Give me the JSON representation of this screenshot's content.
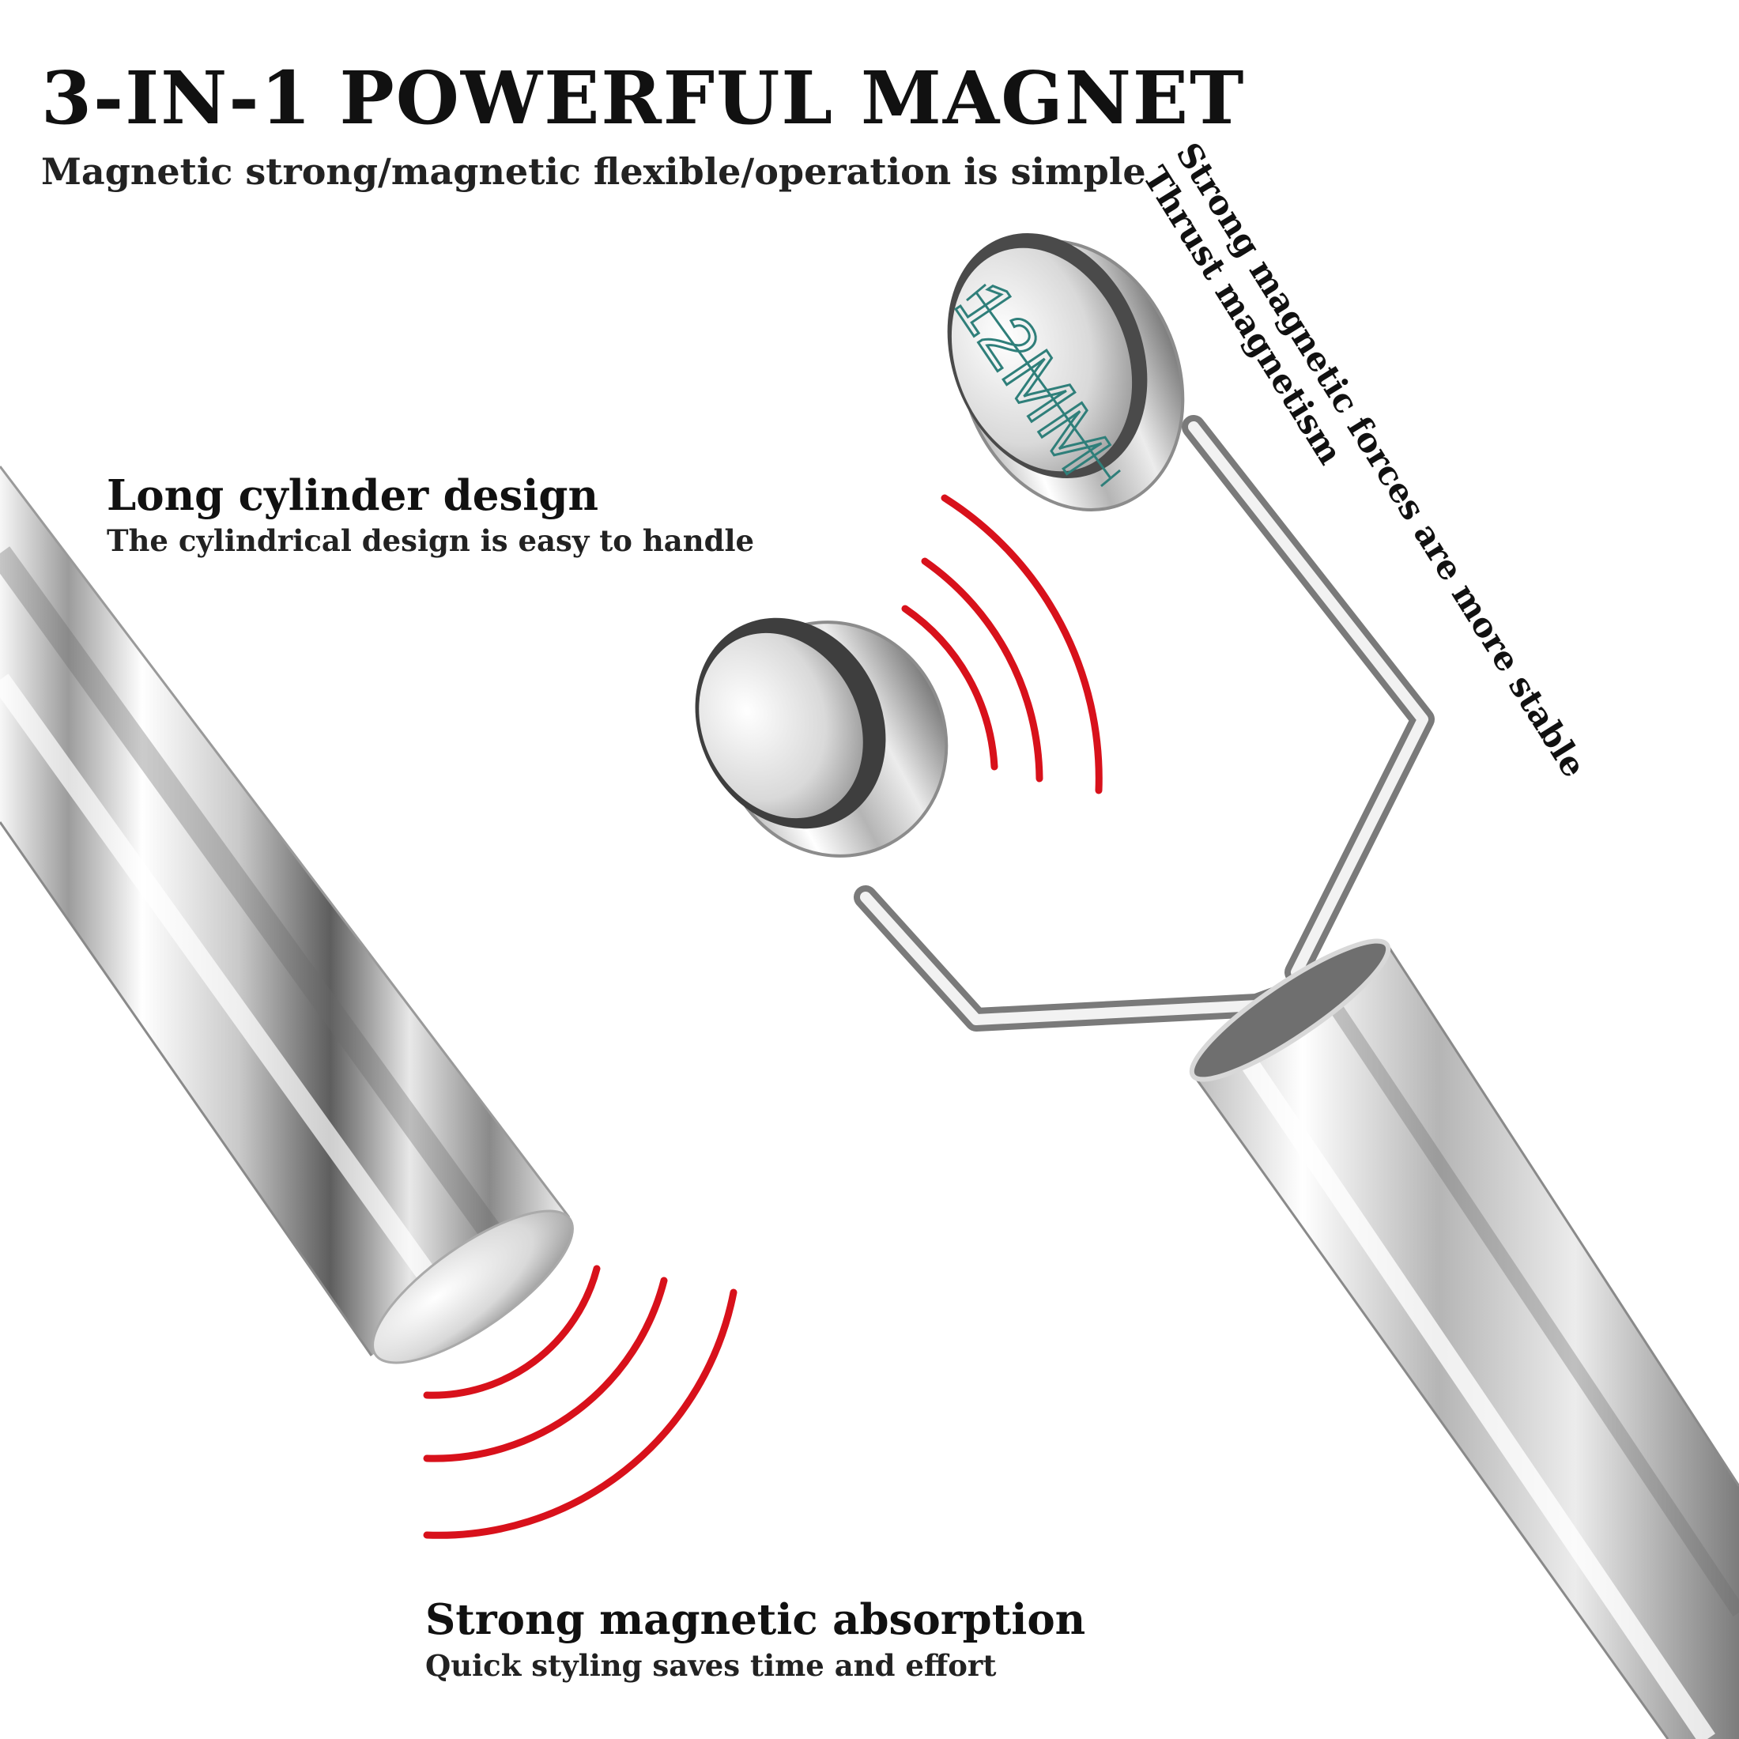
{
  "header": {
    "title": "3-IN-1 POWERFUL MAGNET",
    "subtitle": "Magnetic strong/magnetic flexible/operation is simple"
  },
  "features": {
    "cylinder": {
      "title": "Long cylinder design",
      "subtitle": "The cylindrical design is easy to handle"
    },
    "absorption": {
      "title": "Strong magnetic absorption",
      "subtitle": "Quick styling saves time and effort"
    }
  },
  "annotations": {
    "force": "Strong magnetic forces are more stable",
    "thrust": "Thrust magnetism",
    "diameter": "12MM"
  },
  "colors": {
    "wave": "#d8111b",
    "dimension": "#2f7f7a",
    "metal": "#c8c8c8"
  }
}
